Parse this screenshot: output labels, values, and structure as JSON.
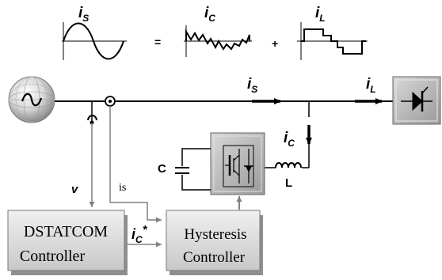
{
  "equation": {
    "is_label": "i",
    "is_sub": "S",
    "ic_label": "i",
    "ic_sub": "C",
    "il_label": "i",
    "il_sub": "L",
    "equals": "=",
    "plus": "+"
  },
  "line": {
    "is_label": "i",
    "is_sub": "S",
    "il_label": "i",
    "il_sub": "L",
    "ic_label": "i",
    "ic_sub": "C"
  },
  "labels": {
    "v": "v",
    "is_plain": "is",
    "capacitor": "C",
    "inductor": "L",
    "ic_star_label": "i",
    "ic_star_sub": "C",
    "ic_star_mark": "*"
  },
  "blocks": {
    "dstatcom_line1": "DSTATCOM",
    "dstatcom_line2": "Controller",
    "hysteresis_line1": "Hysteresis",
    "hysteresis_line2": "Controller"
  },
  "colors": {
    "line": "#000000",
    "gray_line": "#808080",
    "block_fill": "#d0d0d0",
    "block_shadow": "#9a9a9a",
    "inverter_fill": "#bdbdbd"
  }
}
